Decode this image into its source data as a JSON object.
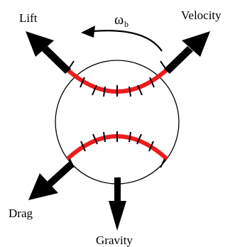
{
  "labels": {
    "lift": "Lift",
    "velocity": "Velocity",
    "drag": "Drag",
    "gravity": "Gravity",
    "omega_symbol": "ω",
    "omega_subscript": "b"
  },
  "colors": {
    "seam": "#ee1c1c",
    "ink": "#000000",
    "background": "#ffffff"
  },
  "icons": {
    "rotation": "curved-arrow-icon",
    "force": "block-arrow-icon"
  }
}
